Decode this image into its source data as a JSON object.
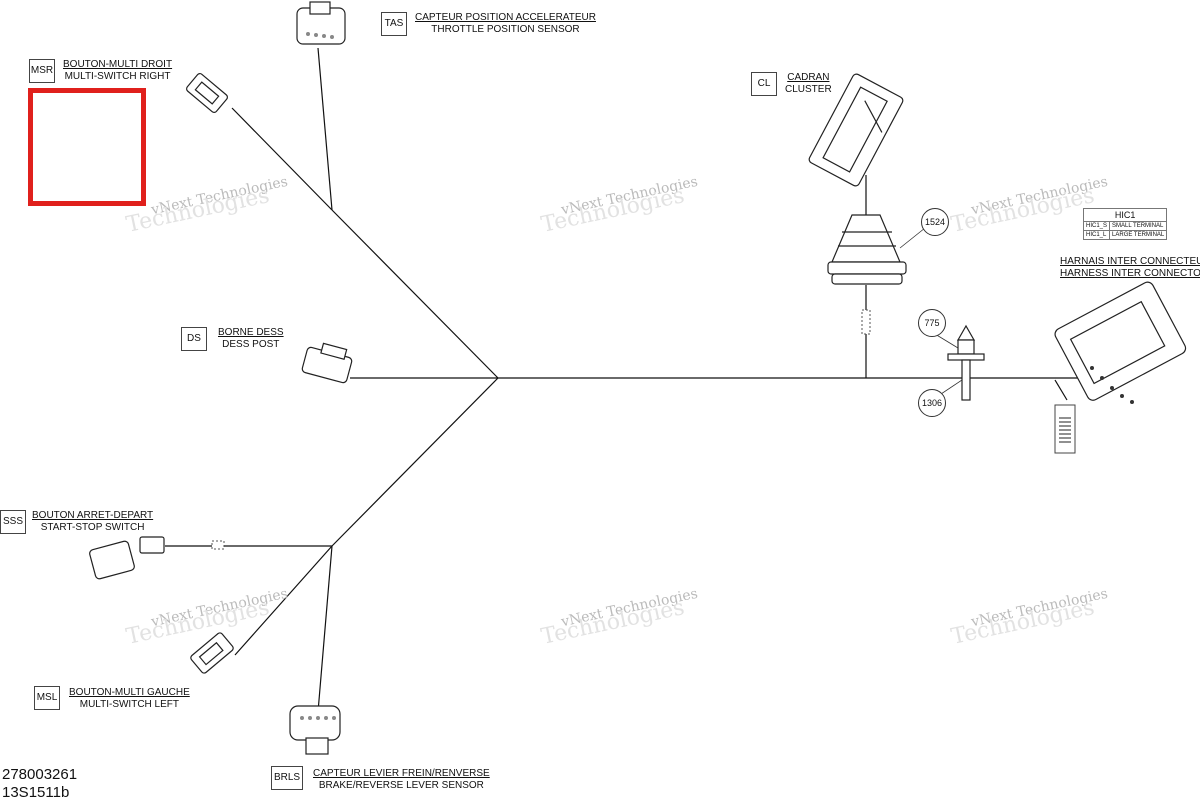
{
  "part_numbers": {
    "top": "278003261",
    "bottom": "13S1511b"
  },
  "components": [
    {
      "code": "MSR",
      "fr": "BOUTON-MULTI DROIT",
      "en": "MULTI-SWITCH RIGHT"
    },
    {
      "code": "TAS",
      "fr": "CAPTEUR POSITION ACCELERATEUR",
      "en": "THROTTLE POSITION SENSOR"
    },
    {
      "code": "CL",
      "fr": "CADRAN",
      "en": "CLUSTER"
    },
    {
      "code": "DS",
      "fr": "BORNE DESS",
      "en": "DESS POST"
    },
    {
      "code": "SSS",
      "fr": "BOUTON ARRET-DEPART",
      "en": "START-STOP SWITCH"
    },
    {
      "code": "MSL",
      "fr": "BOUTON-MULTI GAUCHE",
      "en": "MULTI-SWITCH LEFT"
    },
    {
      "code": "BRLS",
      "fr": "CAPTEUR LEVIER FREIN/RENVERSE",
      "en": "BRAKE/REVERSE LEVER SENSOR"
    },
    {
      "code": "",
      "fr": "HARNAIS INTER CONNECTEUR",
      "en": "HARNESS INTER CONNECTOR"
    }
  ],
  "refs": [
    "1524",
    "775",
    "1306"
  ],
  "hic_table": {
    "title": "HIC1",
    "rows": [
      [
        "HIC1_S",
        "SMALL TERMINAL"
      ],
      [
        "HIC1_L",
        "LARGE TERMINAL"
      ]
    ]
  },
  "watermark": {
    "line1": "vNext Technologies",
    "line2": "Technologies"
  },
  "colors": {
    "wire": "#111111",
    "highlight": "#e0201c"
  }
}
